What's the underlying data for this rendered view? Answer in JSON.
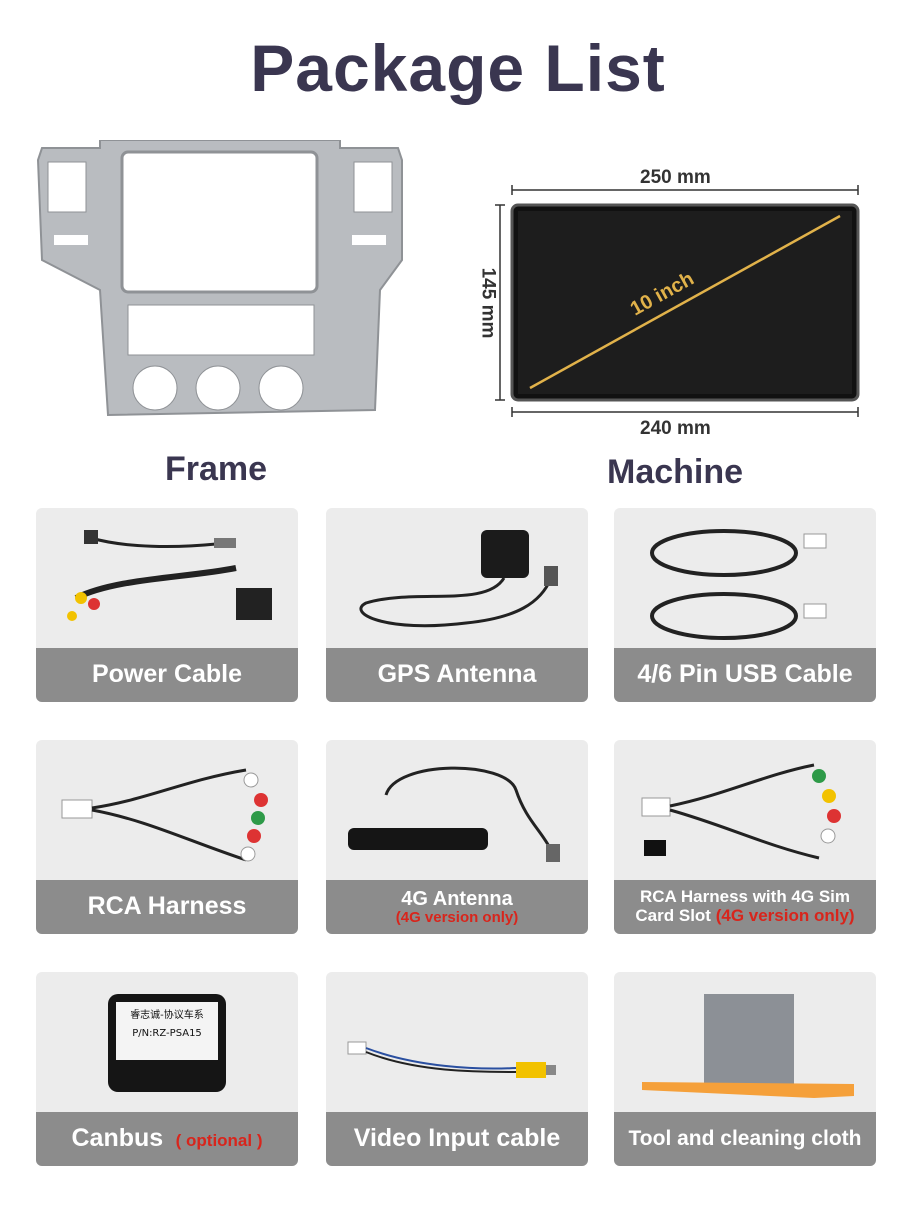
{
  "title": "Package List",
  "frame_label": "Frame",
  "machine_label": "Machine",
  "dimensions": {
    "width_top": "250 mm",
    "width_bottom": "240 mm",
    "height": "145 mm",
    "diagonal": "10 inch"
  },
  "canbus_sticker": {
    "line1": "睿志诚-协议车系",
    "line2": "P/N:RZ-PSA15"
  },
  "items": [
    {
      "label": "Power Cable"
    },
    {
      "label": "GPS Antenna"
    },
    {
      "label": "4/6 Pin USB Cable"
    },
    {
      "label": "RCA Harness"
    },
    {
      "label": "4G Antenna",
      "note": "(4G version only)"
    },
    {
      "label_line1": "RCA Harness with 4G Sim",
      "label_line2": "Card Slot",
      "note": "(4G version only)"
    },
    {
      "label": "Canbus",
      "note": "( optional )"
    },
    {
      "label": "Video Input cable"
    },
    {
      "label": "Tool and cleaning cloth"
    }
  ],
  "colors": {
    "title": "#3a3650",
    "bar": "#8c8c8c",
    "note_red": "#d8251c",
    "card_bg": "#ececec",
    "frame_silver": "#b9bcc0",
    "tool_orange": "#f5a03a"
  }
}
